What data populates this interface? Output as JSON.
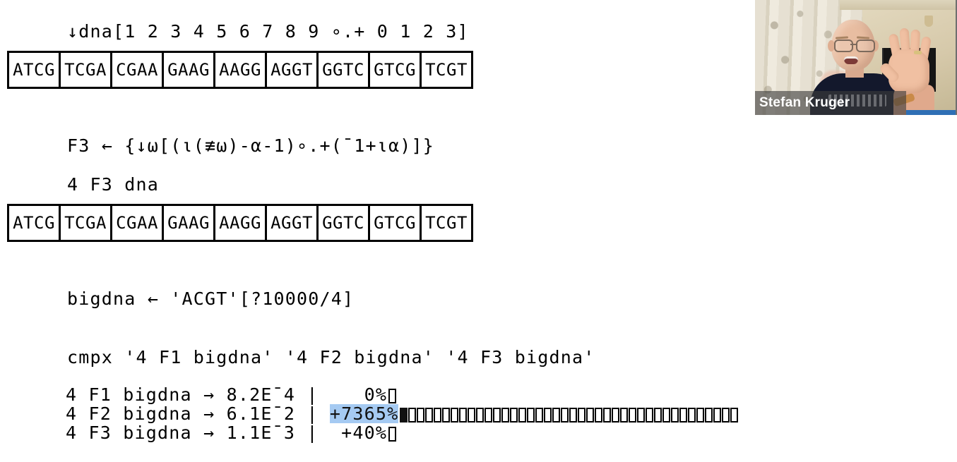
{
  "session": {
    "line_index": "↓dna[1 2 3 4 5 6 7 8 9 ∘.+ 0 1 2 3]",
    "f3_definition": "F3 ← {↓ω[(⍳(≢ω)-⍺-1)∘.+(¯1+⍳⍺)]}",
    "f3_call": "4 F3 dna",
    "bigdna_assign": "bigdna ← 'ACGT'[?10000/4]",
    "cmpx_call": "cmpx '4 F1 bigdna' '4 F2 bigdna' '4 F3 bigdna'"
  },
  "dna_table_1": {
    "cells": [
      "ATCG",
      "TCGA",
      "CGAA",
      "GAAG",
      "AAGG",
      "AGGT",
      "GGTC",
      "GTCG",
      "TCGT"
    ]
  },
  "dna_table_2": {
    "cells": [
      "ATCG",
      "TCGA",
      "CGAA",
      "GAAG",
      "AAGG",
      "AGGT",
      "GGTC",
      "GTCG",
      "TCGT"
    ]
  },
  "benchmark": {
    "rows": [
      {
        "expression": "4 F1 bigdna",
        "arrow": "→",
        "time": "8.2E¯4",
        "separator": "|",
        "percent": "0%",
        "bars": 1,
        "selected": false
      },
      {
        "expression": "4 F2 bigdna",
        "arrow": "→",
        "time": "6.1E¯2",
        "separator": "|",
        "percent": "+7365%",
        "bars": 40,
        "selected": true
      },
      {
        "expression": "4 F3 bigdna",
        "arrow": "→",
        "time": "1.1E¯3",
        "separator": "|",
        "percent": "+40%",
        "bars": 1,
        "selected": false
      }
    ],
    "selection_color": "#a5caf2"
  },
  "webcam": {
    "participant_name": "Stefan Kruger"
  }
}
